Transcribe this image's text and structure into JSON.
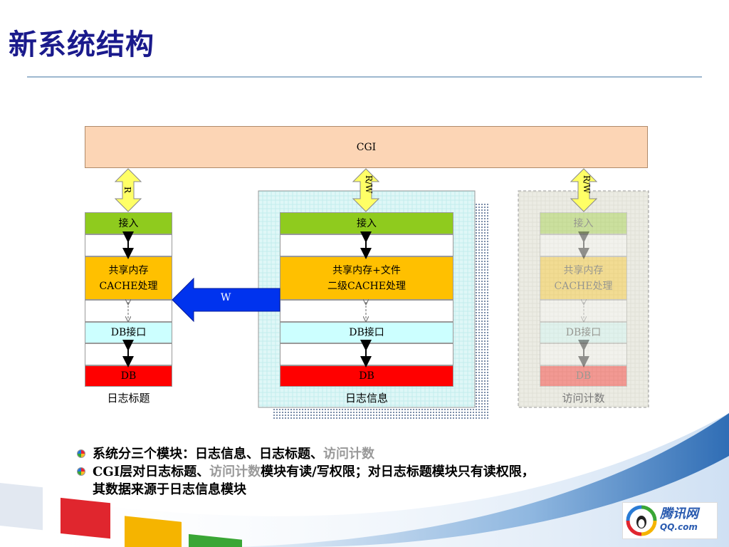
{
  "slide": {
    "title": "新系统结构"
  },
  "diagram": {
    "cgi_label": "CGI",
    "arrows": {
      "left": "R",
      "middle": "R/W",
      "right": "R/W",
      "write": "W"
    },
    "modules": [
      {
        "caption": "日志标题",
        "access_label": "接入",
        "cache_line1": "共享内存",
        "cache_line2": "CACHE处理",
        "db_interface": "DB接口",
        "db_label": "DB"
      },
      {
        "caption": "日志信息",
        "access_label": "接入",
        "cache_line1": "共享内存+文件",
        "cache_line2": "二级CACHE处理",
        "db_interface": "DB接口",
        "db_label": "DB"
      },
      {
        "caption": "访问计数",
        "access_label": "接入",
        "cache_line1": "共享内存",
        "cache_line2": "CACHE处理",
        "db_interface": "DB接口",
        "db_label": "DB"
      }
    ]
  },
  "bullets": {
    "b1_text": "系统分三个模块：日志信息、日志标题、",
    "b1_grey": "访问计数",
    "b2_cgi": "CGI",
    "b2_text1": "层对日志标题、",
    "b2_grey": "访问计数",
    "b2_text2": "模块有读/写权限；对日志标题模块只有读权限，",
    "b2_line2": "其数据来源于日志信息模块"
  },
  "logo": {
    "brand": "腾讯网",
    "domain": "QQ.com"
  },
  "colors": {
    "title": "#1a1a8c",
    "cgi": "#fcd5b5",
    "access": "#8fcb1e",
    "cache": "#ffc000",
    "db_interface": "#ccffff",
    "db": "#ff0000",
    "arrow_yellow": "#ffff66",
    "arrow_blue": "#0033ee"
  }
}
